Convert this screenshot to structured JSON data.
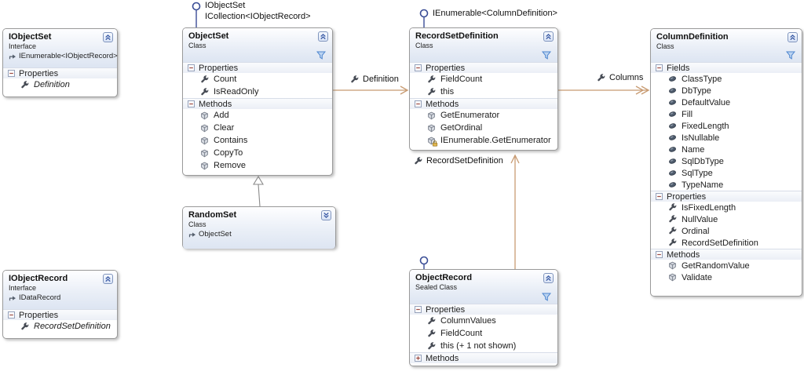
{
  "colors": {
    "association_arrow": "#c89b72",
    "inheritance_arrow": "#8a8a8a",
    "lollipop": "#3a4d96",
    "filter_icon": "#4e86cf",
    "header_accent": "#dde5f2"
  },
  "boxes": {
    "iobjectset": {
      "title": "IObjectSet",
      "kind": "Interface",
      "base": "IEnumerable<IObjectRecord>",
      "properties_label": "Properties",
      "properties": [
        "Definition"
      ]
    },
    "objectset": {
      "title": "ObjectSet",
      "kind": "Class",
      "properties_label": "Properties",
      "properties": [
        "Count",
        "IsReadOnly"
      ],
      "methods_label": "Methods",
      "methods": [
        "Add",
        "Clear",
        "Contains",
        "CopyTo",
        "Remove"
      ]
    },
    "randomset": {
      "title": "RandomSet",
      "kind": "Class",
      "base": "ObjectSet"
    },
    "recordsetdefinition": {
      "title": "RecordSetDefinition",
      "kind": "Class",
      "properties_label": "Properties",
      "properties": [
        "FieldCount",
        "this"
      ],
      "methods_label": "Methods",
      "methods": [
        "GetEnumerator",
        "GetOrdinal",
        "IEnumerable.GetEnumerator"
      ]
    },
    "objectrecord": {
      "title": "ObjectRecord",
      "kind": "Sealed Class",
      "properties_label": "Properties",
      "properties": [
        "ColumnValues",
        "FieldCount",
        "this (+ 1 not shown)"
      ],
      "methods_label": "Methods"
    },
    "columndefinition": {
      "title": "ColumnDefinition",
      "kind": "Class",
      "fields_label": "Fields",
      "fields": [
        "ClassType",
        "DbType",
        "DefaultValue",
        "Fill",
        "FixedLength",
        "IsNullable",
        "Name",
        "SqlDbType",
        "SqlType",
        "TypeName"
      ],
      "properties_label": "Properties",
      "properties": [
        "IsFixedLength",
        "NullValue",
        "Ordinal",
        "RecordSetDefinition"
      ],
      "methods_label": "Methods",
      "methods": [
        "GetRandomValue",
        "Validate"
      ]
    },
    "iobjectrecord": {
      "title": "IObjectRecord",
      "kind": "Interface",
      "base": "IDataRecord",
      "properties_label": "Properties",
      "properties": [
        "RecordSetDefinition"
      ]
    }
  },
  "lollipops": {
    "objectset_1": "IObjectSet",
    "objectset_2": "ICollection<IObjectRecord>",
    "recordsetdefinition_1": "IEnumerable<ColumnDefinition>"
  },
  "associations": {
    "definition": "Definition",
    "columns": "Columns",
    "recordsetdefinition": "RecordSetDefinition"
  }
}
